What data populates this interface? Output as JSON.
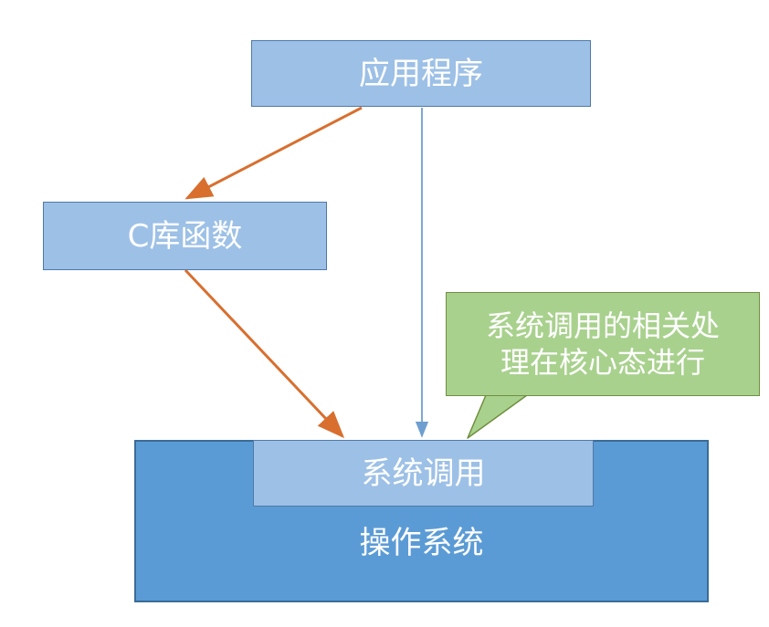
{
  "nodes": {
    "app": "应用程序",
    "clib": "C库函数",
    "syscall": "系统调用",
    "os": "操作系统"
  },
  "callout": {
    "line1": "系统调用的相关处",
    "line2": "理在核心态进行"
  }
}
